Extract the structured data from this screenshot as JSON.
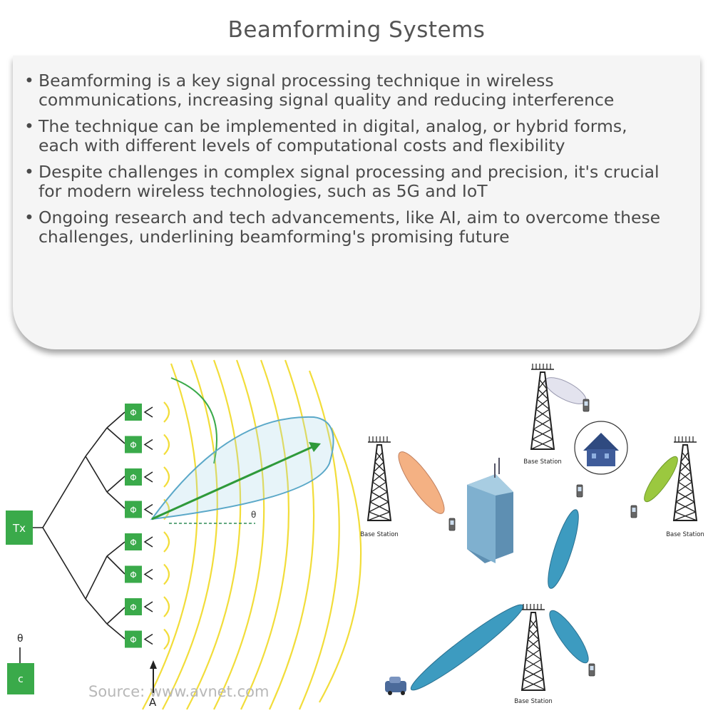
{
  "title": "Beamforming Systems",
  "bullets": [
    "Beamforming is a key signal processing technique in wireless communications, increasing signal quality and reducing interference",
    "The technique can be implemented in digital, analog, or hybrid forms, each with different levels of computational costs and flexibility",
    "Despite challenges in complex signal processing and precision, it's crucial for modern wireless technologies, such as 5G and IoT",
    "Ongoing research and tech advancements, like AI, aim to overcome these challenges, underlining beamforming's promising future"
  ],
  "left_diagram": {
    "tx_label": "Tx",
    "c_label": "c",
    "theta_label": "θ",
    "phase_label": "Φ",
    "a_label": "A",
    "colors": {
      "block": "#3aaa4a",
      "wave": "#f2dd3a",
      "beam": "#5aa8c8",
      "arrow": "#2f9a3a",
      "dash": "#2e8b57"
    }
  },
  "right_diagram": {
    "base_station_label": "Base Station",
    "colors": {
      "orange_beam": "#f4b183",
      "blue_beam": "#3d9bc0",
      "green_beam": "#9bc83f",
      "grey_beam": "#e3e3ee",
      "building": "#5e8fb2",
      "house": "#3f5c9a"
    }
  },
  "source": "Source: www.avnet.com"
}
